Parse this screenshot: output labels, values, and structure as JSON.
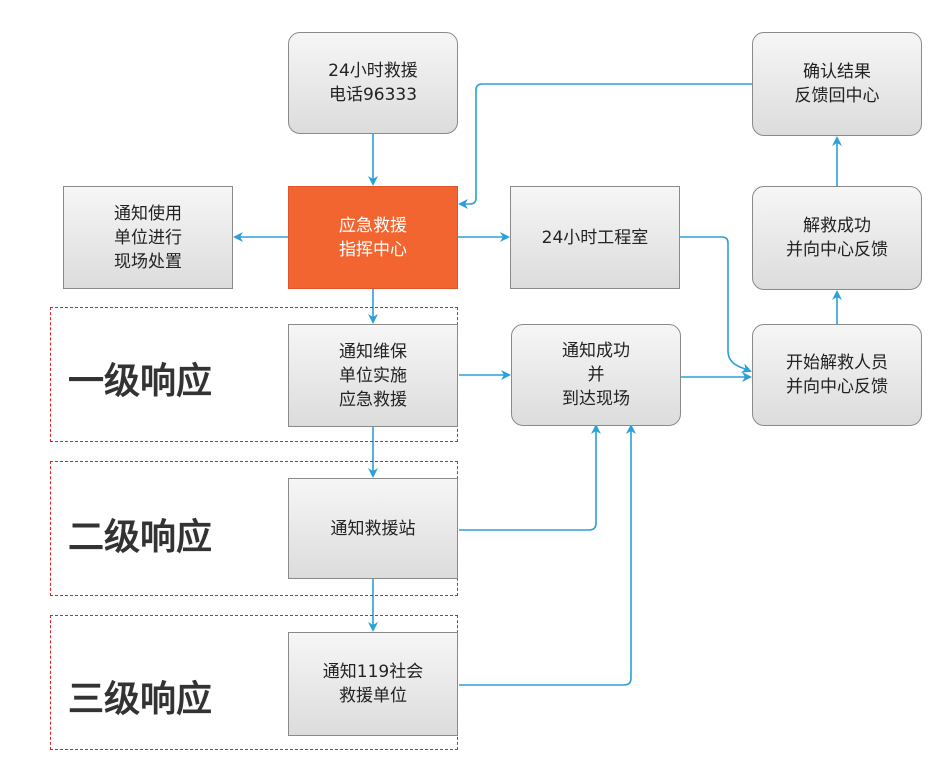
{
  "colors": {
    "connector": "#2a9fd8",
    "highlight": "#f26530",
    "zone_border": "#e02020"
  },
  "nodes": {
    "hotline": [
      "24小时救援",
      "电话96333"
    ],
    "center": [
      "应急救援",
      "指挥中心"
    ],
    "notify_user": [
      "通知使用",
      "单位进行",
      "现场处置"
    ],
    "engineering": [
      "24小时工程室"
    ],
    "notify_maintenance": [
      "通知维保",
      "单位实施",
      "应急救援"
    ],
    "notify_success": [
      "通知成功",
      "并",
      "到达现场"
    ],
    "start_rescue": [
      "开始解救人员",
      "并向中心反馈"
    ],
    "rescue_success": [
      "解救成功",
      "并向中心反馈"
    ],
    "confirm_result": [
      "确认结果",
      "反馈回中心"
    ],
    "notify_station": [
      "通知救援站"
    ],
    "notify_119": [
      "通知119社会",
      "救援单位"
    ]
  },
  "levels": {
    "level1": "一级响应",
    "level2": "二级响应",
    "level3": "三级响应"
  }
}
